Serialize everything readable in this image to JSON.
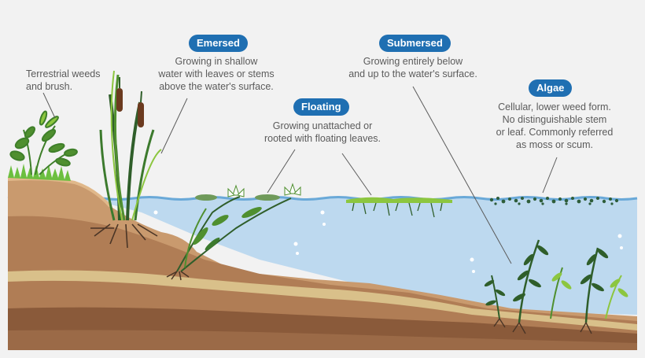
{
  "colors": {
    "background": "#f2f2f2",
    "label_pill": "#1f6fb2",
    "text": "#5b5b5b",
    "water": "#bdd9ef",
    "water_surface": "#6aa9d8",
    "soil_top": "#c99a6e",
    "soil_mid": "#b07d55",
    "soil_dark": "#8a5a3a",
    "soil_band": "#d9c08a",
    "plant_dark": "#2f5e2a",
    "plant_mid": "#4f8f2f",
    "plant_light": "#8cc63f",
    "algae": "#2e5d3a",
    "root": "#4a3526",
    "cattail": "#6b3a1f"
  },
  "terrestrial": {
    "line1": "Terrestrial weeds",
    "line2": "and brush."
  },
  "emersed": {
    "title": "Emersed",
    "line1": "Growing in shallow",
    "line2": "water with leaves or stems",
    "line3": "above the water's surface."
  },
  "floating": {
    "title": "Floating",
    "line1": "Growing unattached or",
    "line2": "rooted with floating leaves."
  },
  "submersed": {
    "title": "Submersed",
    "line1": "Growing entirely below",
    "line2": "and up to the water's surface."
  },
  "algae": {
    "title": "Algae",
    "line1": "Cellular, lower weed form.",
    "line2": "No distinguishable stem",
    "line3": "or leaf. Commonly referred",
    "line4": "as moss or scum."
  }
}
